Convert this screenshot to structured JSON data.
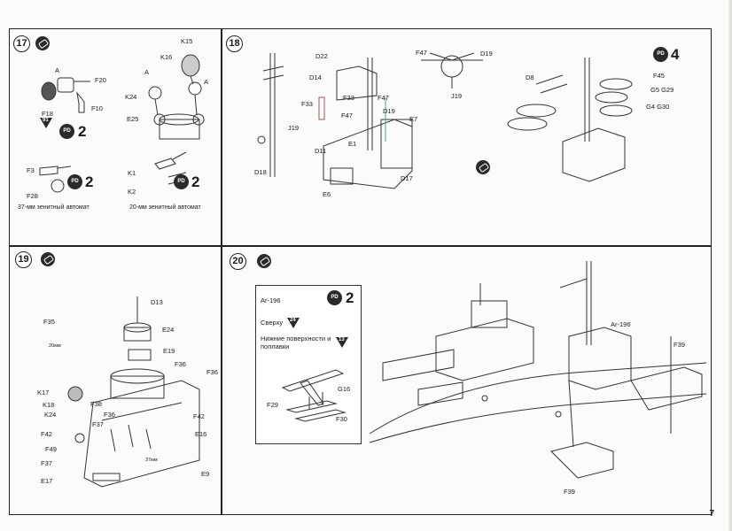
{
  "page": {
    "number": "7"
  },
  "steps": {
    "s17": {
      "number": "17",
      "labels": [
        "K15",
        "K16",
        "A",
        "A",
        "F20",
        "K24",
        "A",
        "F10",
        "E25",
        "F18",
        "F3",
        "F28",
        "K1",
        "K2"
      ],
      "qty_main": "2",
      "qty_f3": "2",
      "qty_k1": "2",
      "badge": "91",
      "caption_left": "37-мм зенитный автомат",
      "caption_right": "20-мм зенитный автомат"
    },
    "s18": {
      "number": "18",
      "labels": [
        "D22",
        "D14",
        "F33",
        "F47",
        "F47",
        "D19",
        "E7",
        "J19",
        "F33",
        "D11",
        "E1",
        "D17",
        "D18",
        "E6",
        "F47",
        "D19",
        "J19",
        "D8",
        "F45",
        "G5 G29",
        "G4 G30"
      ],
      "qty": "4"
    },
    "s19": {
      "number": "19",
      "labels": [
        "D13",
        "F35",
        "E24",
        "20мм",
        "E19",
        "F36",
        "F36",
        "K17",
        "K18",
        "F38",
        "K24",
        "F36",
        "F42",
        "F37",
        "E16",
        "F42",
        "F49",
        "37мм",
        "F37",
        "E17",
        "E9"
      ]
    },
    "s20": {
      "number": "20",
      "inset": {
        "title": "Ar-196",
        "qty": "2",
        "top_note": "Сверху",
        "top_badge": "24",
        "bottom_note": "Нижние поверхности и поплавки",
        "bottom_badge": "13",
        "labels": [
          "G16",
          "F29",
          "F30"
        ]
      },
      "labels": [
        "Ar-196",
        "F39",
        "F39"
      ]
    }
  }
}
